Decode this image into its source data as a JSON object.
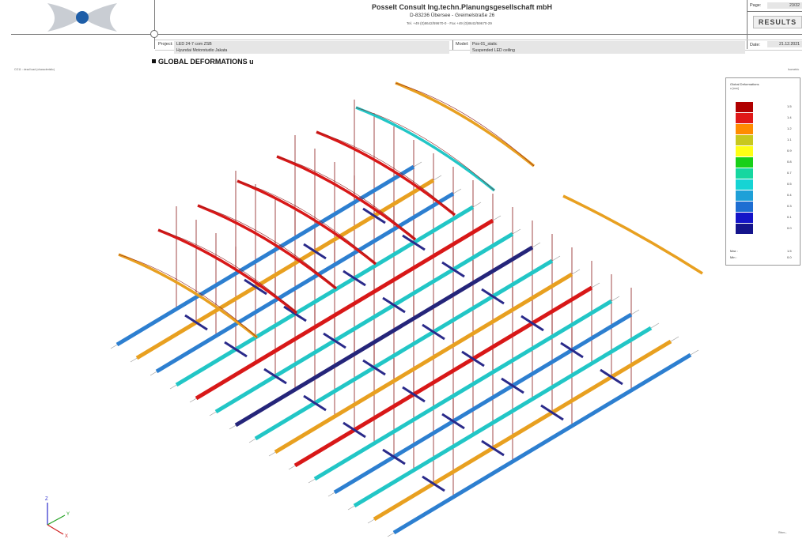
{
  "header": {
    "company": "Posselt Consult Ing.techn.Planungsgesellschaft mbH",
    "address": "D-83236 Übersee - Greimelstraße 26",
    "contact": "Tel. +49 (0)8642/59670-0  -  Fax +49 (0)8642/59670-29",
    "page_label": "Page:",
    "page_value": "23/32",
    "results_label": "RESULTS",
    "date_label": "Date:",
    "date_value": "21.12.2021",
    "project_label": "Project:",
    "project_value_1": "LED 24-7 com ZSB",
    "project_value_2": "Hyundai Motorstudio Jakata",
    "model_label": "Model:",
    "model_value_1": "Pos-01_static",
    "model_value_2": "Suspended LED ceiling"
  },
  "section": {
    "title": "GLOBAL DEFORMATIONS u",
    "case_caption": "CO11 : dead load (characteristic)",
    "view_caption": "Isometric"
  },
  "legend": {
    "title": "Global Deformations",
    "unit": "u [mm]",
    "values": [
      "1.5",
      "1.4",
      "1.2",
      "1.1",
      "0.9",
      "0.8",
      "0.7",
      "0.5",
      "0.4",
      "0.3",
      "0.1",
      "0.0"
    ],
    "colors": [
      "#b00000",
      "#e01818",
      "#ff8c00",
      "#c8c81e",
      "#ffff14",
      "#18d018",
      "#16d7a0",
      "#16d4d4",
      "#1ea0d8",
      "#1e6ed2",
      "#1414c8",
      "#14148c"
    ],
    "max_label": "Max :",
    "max_value": "1.5",
    "min_label": "Min :",
    "min_value": "0.0"
  },
  "colors": {
    "red": "#d81818",
    "blue": "#2d7fd0",
    "cyan": "#22c6c6",
    "navy": "#25257a",
    "orange": "#e8a020",
    "hanger": "#8b1a1a",
    "tree": "#2a2a8a"
  },
  "axes": {
    "x": "X",
    "y": "Y",
    "z": "Z"
  },
  "footer_mark": "Rfem..."
}
